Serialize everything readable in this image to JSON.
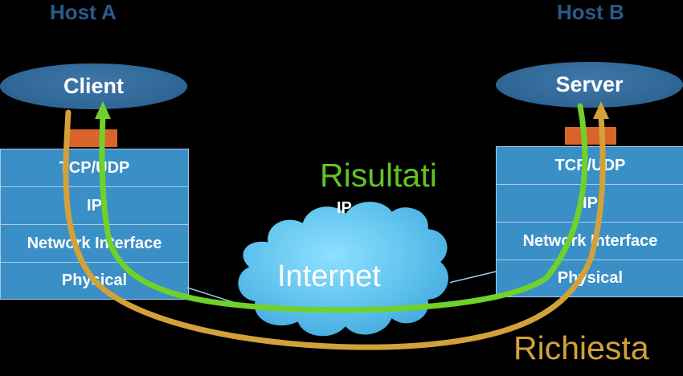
{
  "host_a": {
    "label": "Host A"
  },
  "host_b": {
    "label": "Host B"
  },
  "client": {
    "label": "Client"
  },
  "server": {
    "label": "Server"
  },
  "client_stack": [
    "TCP/UDP",
    "IP",
    "Network Interface",
    "Physical"
  ],
  "server_stack": [
    "TCP/UDP",
    "IP",
    "Network Interface",
    "Physical"
  ],
  "cloud": {
    "label": "Internet"
  },
  "results_label": "Risultati",
  "ip_label": "IP",
  "request_label": "Richiesta",
  "colors": {
    "host_label": "#2a5a8c",
    "node": "#2e6594",
    "port": "#d9652a",
    "layer": "#3a8fc6",
    "cloud": "#5cc0ec",
    "results_arrow": "#6fd12a",
    "request_arrow": "#d3a13a"
  }
}
